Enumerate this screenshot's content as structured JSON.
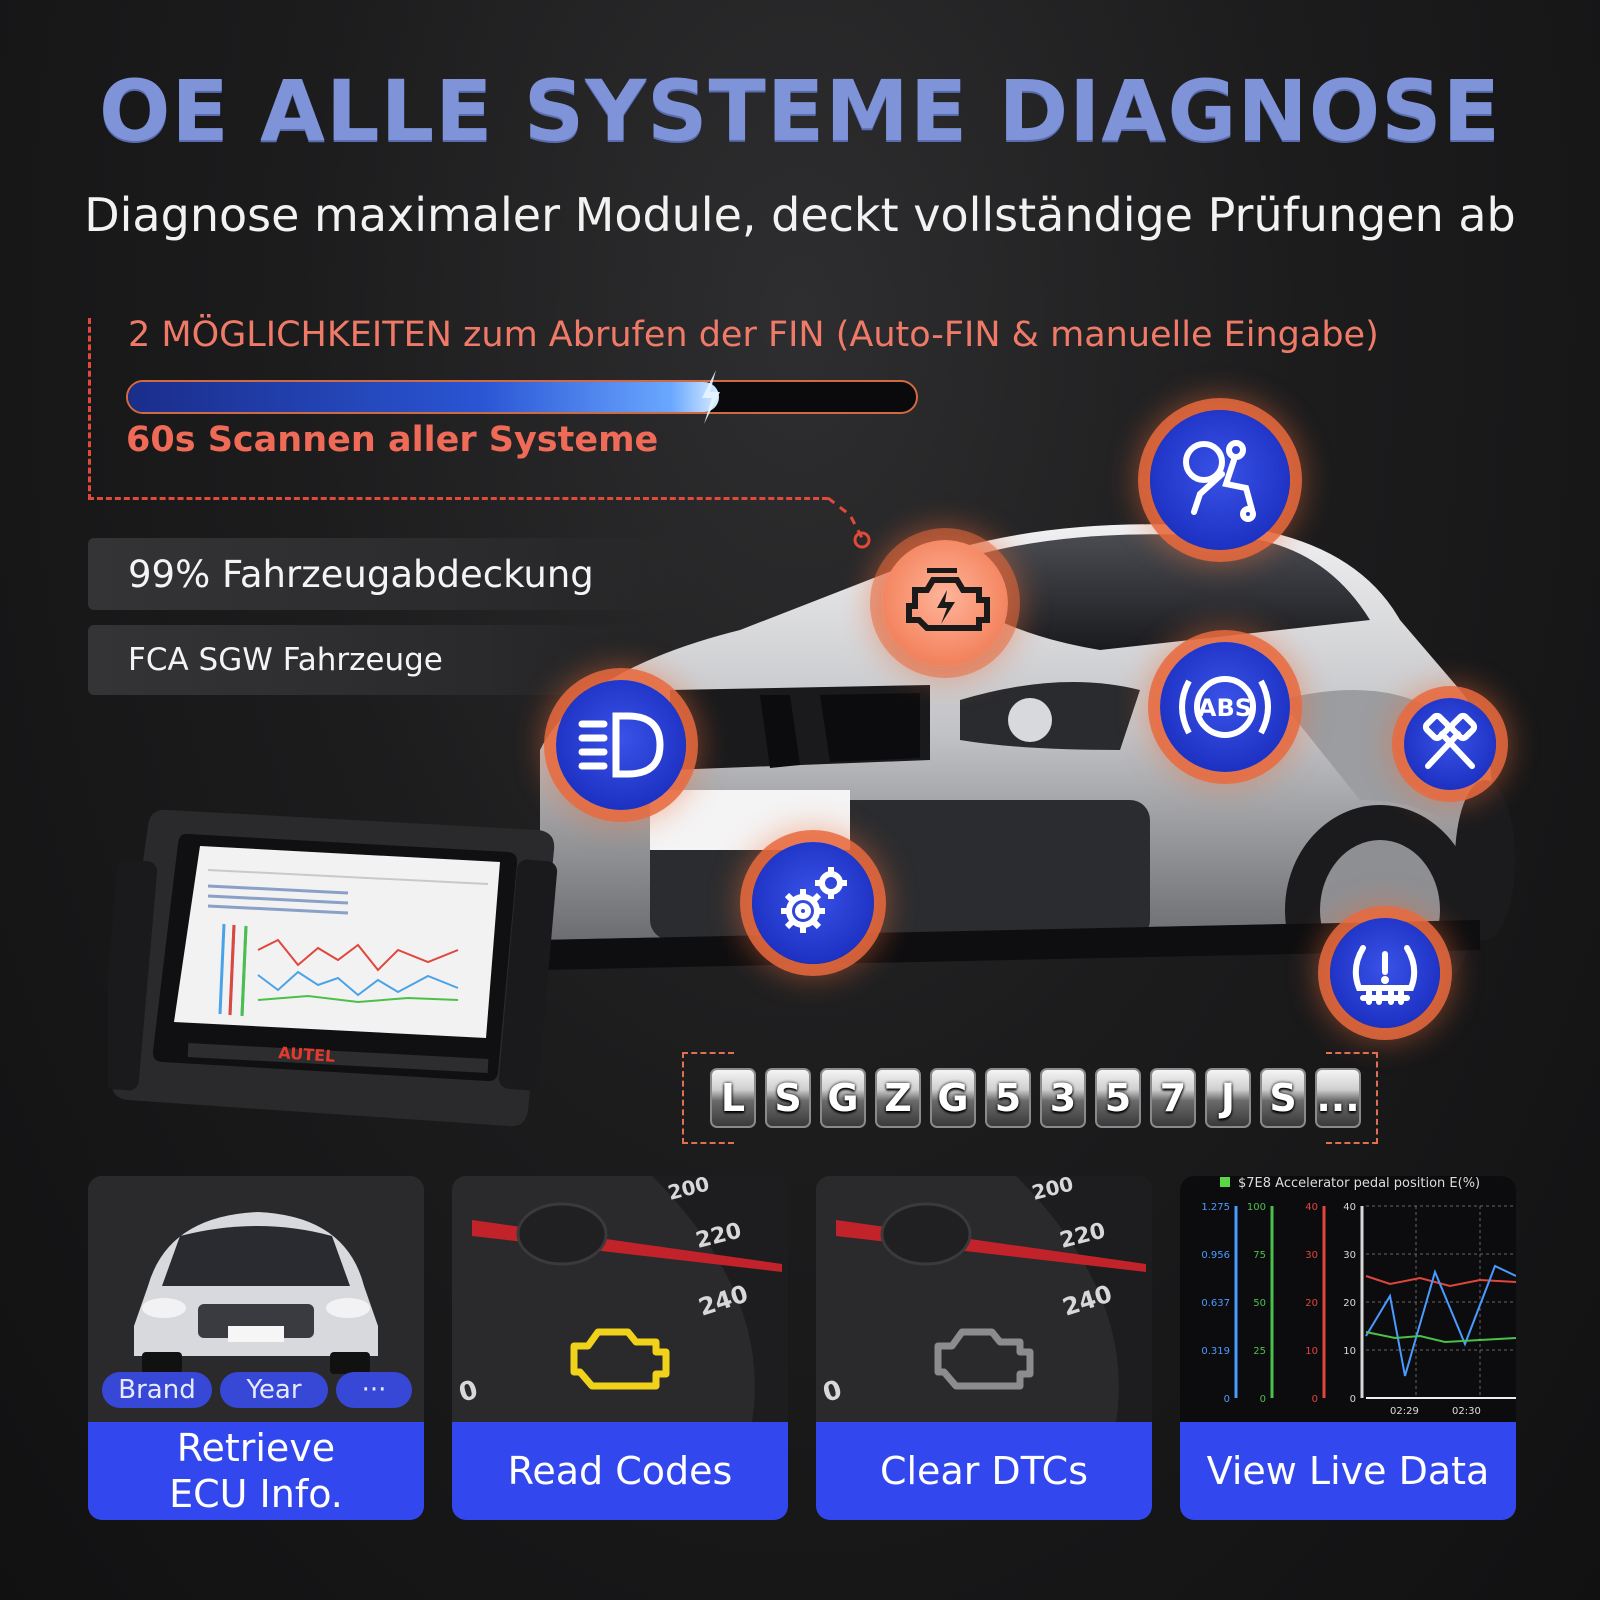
{
  "header": {
    "title": "OE ALLE SYSTEME DIAGNOSE",
    "subtitle": "Diagnose maximaler Module, deckt vollständige Prüfungen ab"
  },
  "scan_panel": {
    "fin_text": "2 MÖGLICHKEITEN zum Abrufen der FIN (Auto-FIN & manuelle Eingabe)",
    "progress_fraction": 0.75,
    "scan_text": "60s Scannen aller Systeme"
  },
  "badges": {
    "coverage": "99% Fahrzeugabdeckung",
    "fca": "FCA SGW Fahrzeuge"
  },
  "system_icons": [
    "airbag-icon",
    "engine-icon",
    "headlight-icon",
    "abs-icon",
    "transmission-icon",
    "gear-icon",
    "tpms-icon"
  ],
  "device": {
    "brand": "AUTEL"
  },
  "vin": {
    "chars": [
      "L",
      "S",
      "G",
      "Z",
      "G",
      "5",
      "3",
      "5",
      "7",
      "J",
      "S",
      "..."
    ]
  },
  "cards": [
    {
      "label_line1": "Retrieve",
      "label_line2": "ECU Info.",
      "chips": [
        "Brand",
        "Year",
        "···"
      ]
    },
    {
      "label": "Read Codes",
      "gauge_ticks": [
        "200",
        "220",
        "240",
        "0"
      ]
    },
    {
      "label": "Clear DTCs",
      "gauge_ticks": [
        "200",
        "220",
        "240",
        "0"
      ]
    },
    {
      "label": "View Live Data",
      "legend": "$7E8 Accelerator pedal position E(%)",
      "axis1": [
        "1.275",
        "0.956",
        "0.637",
        "0.319",
        "0"
      ],
      "axis2": [
        "100",
        "75",
        "50",
        "25",
        "0"
      ],
      "axis3": [
        "40",
        "30",
        "20",
        "10",
        "0"
      ],
      "axis4": [
        "40",
        "30",
        "20",
        "10",
        "0"
      ],
      "time_ticks": [
        "02:29",
        "02:30"
      ]
    }
  ],
  "colors": {
    "title": "#7f93d8",
    "accent_orange": "#e86a3e",
    "accent_red": "#f06a58",
    "card_blue": "#3247ee",
    "icon_blue": "#2a40d8"
  }
}
